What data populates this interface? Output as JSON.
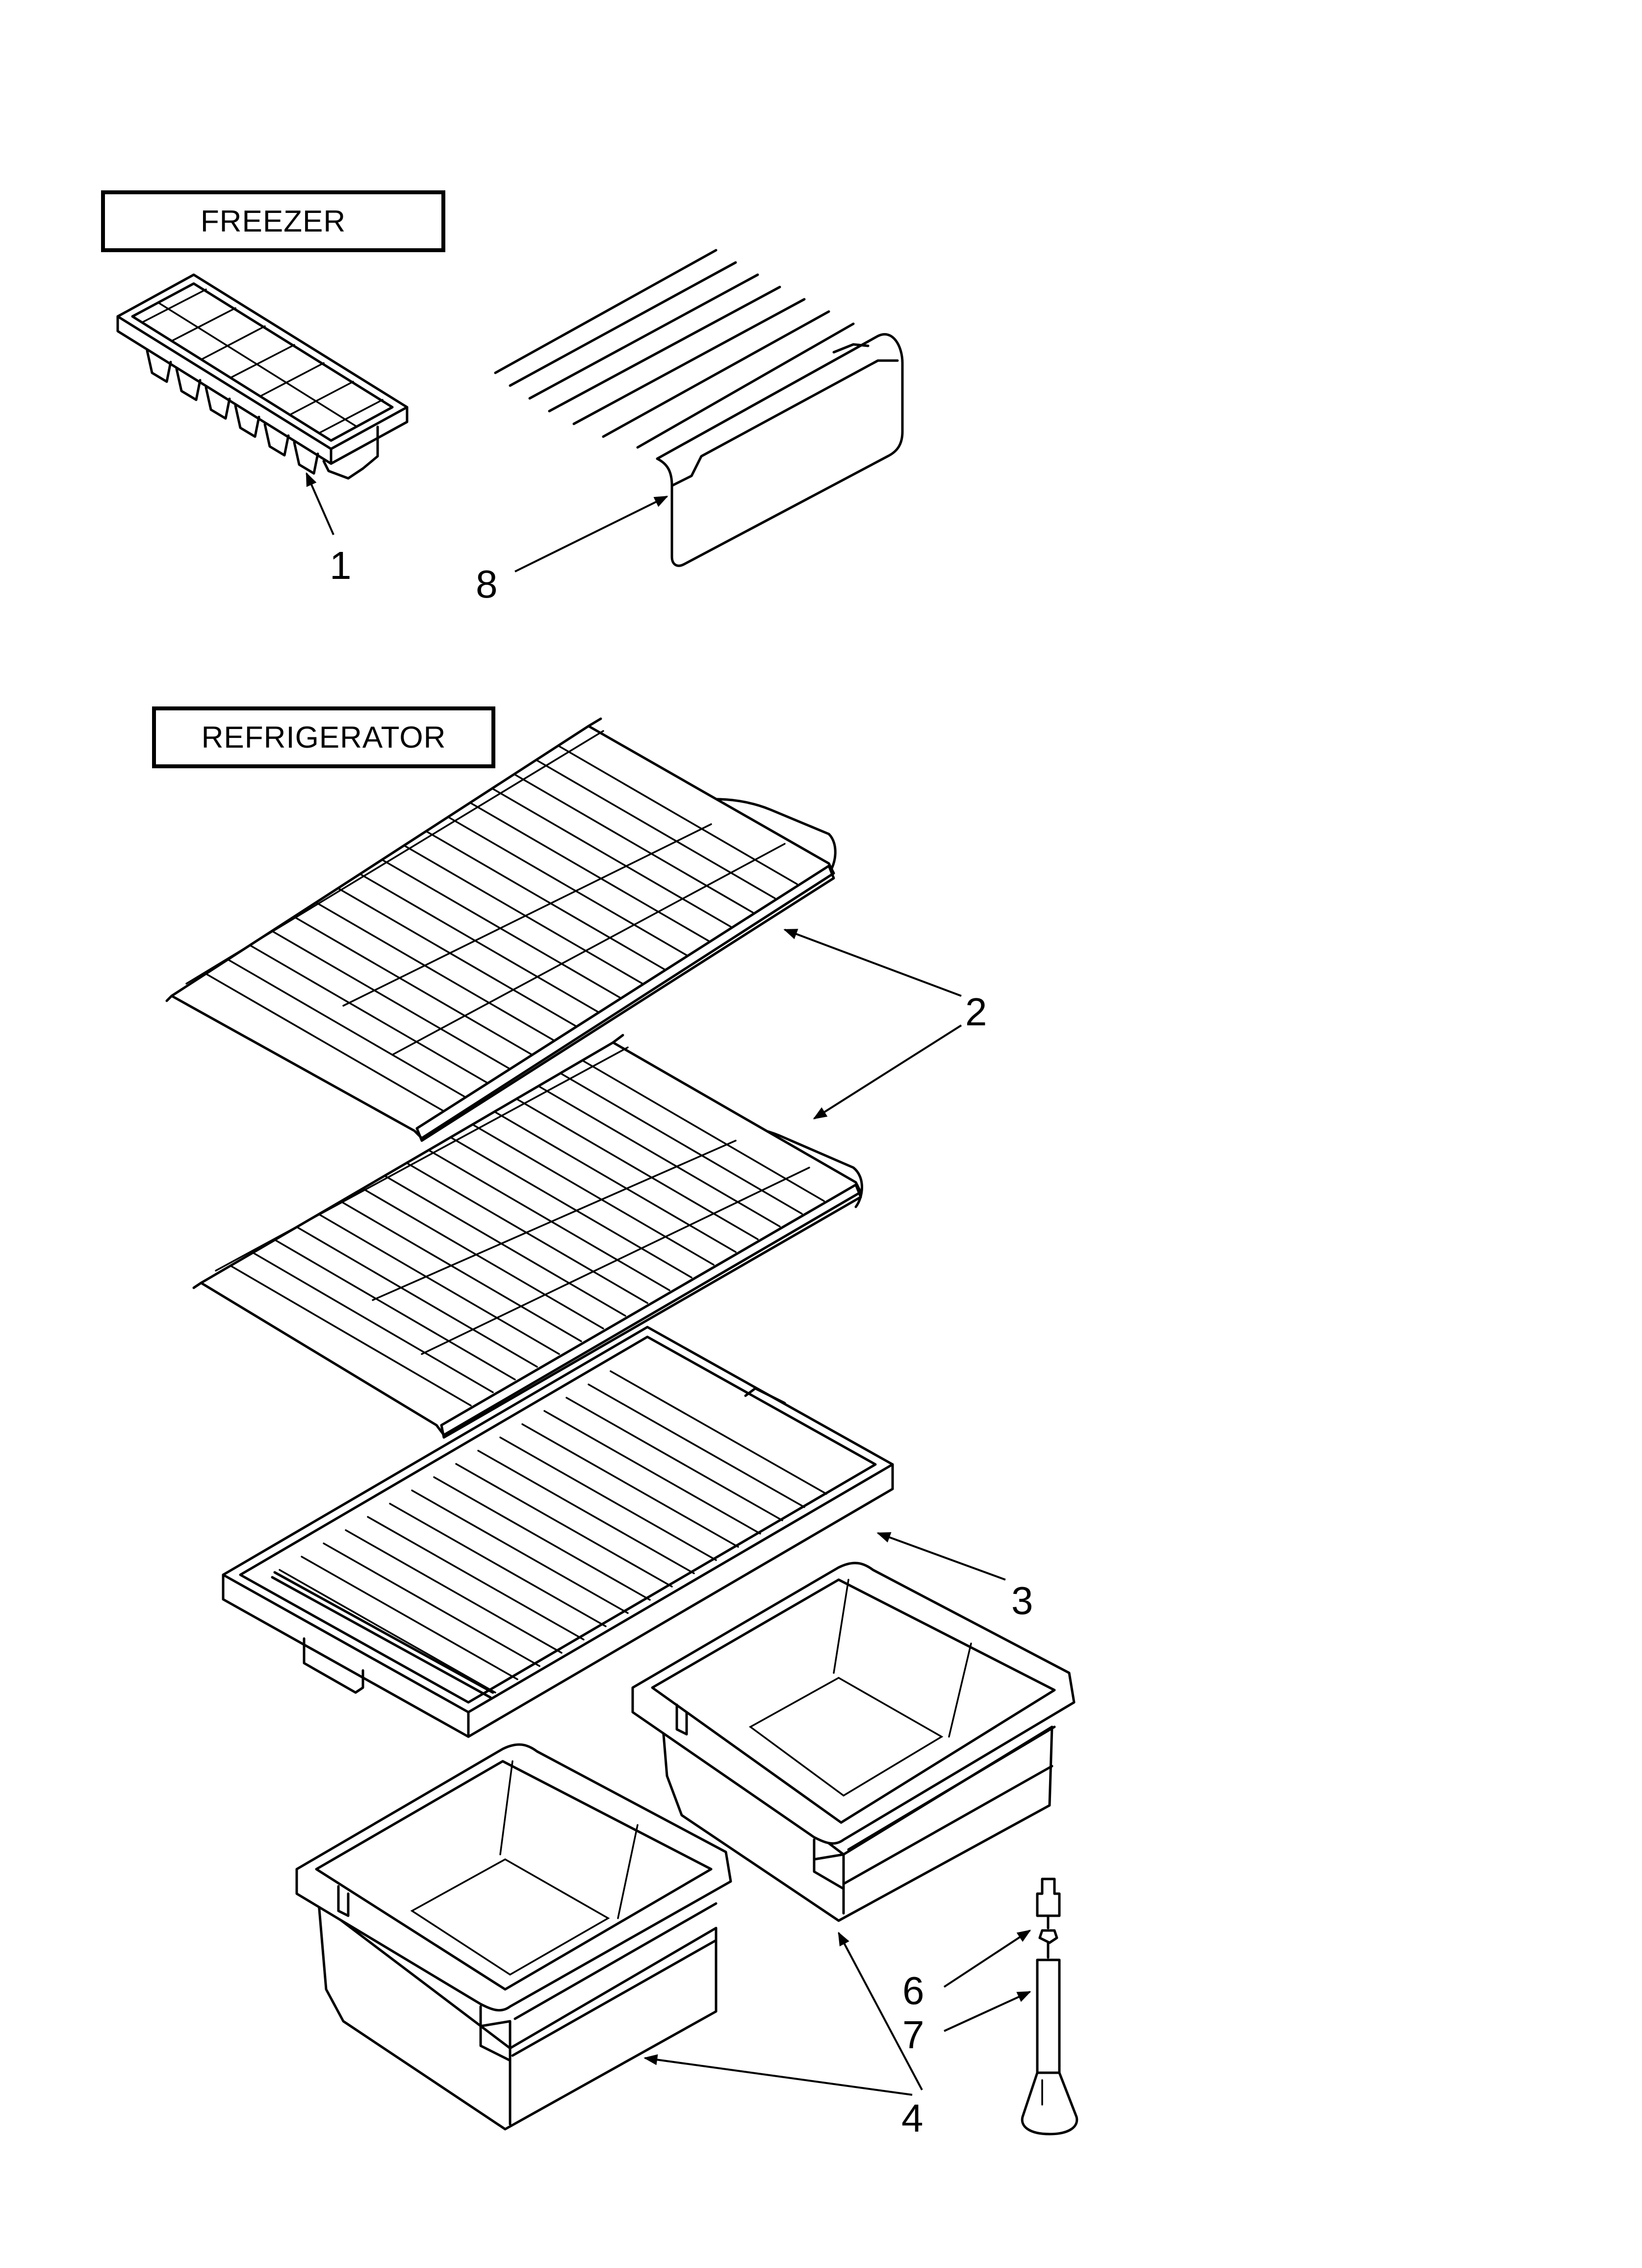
{
  "sections": {
    "freezer": "FREEZER",
    "refrigerator": "REFRIGERATOR"
  },
  "callouts": {
    "c1": "1",
    "c8": "8",
    "c2": "2",
    "c3": "3",
    "c4": "4",
    "c6": "6",
    "c7": "7"
  }
}
